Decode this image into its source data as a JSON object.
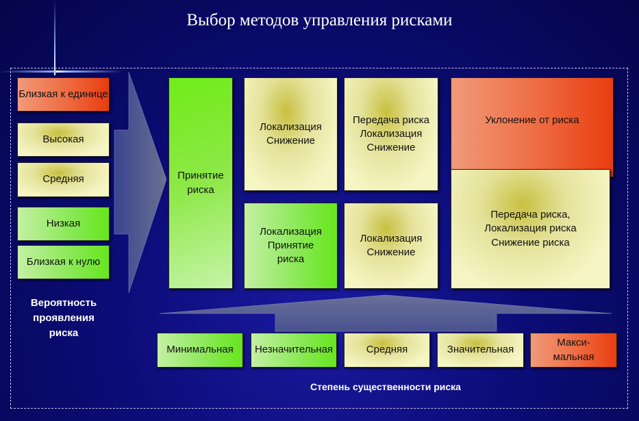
{
  "title": "Выбор методов управления рисками",
  "probability": {
    "label": "Вероятность проявления риска",
    "levels": [
      "Близкая к единице",
      "Высокая",
      "Средняя",
      "Низкая",
      "Близкая к нулю"
    ]
  },
  "severity": {
    "label": "Степень существенности риска",
    "levels": [
      "Минимальная",
      "Незначительная",
      "Средняя",
      "Значительная",
      "Макси-мальная"
    ]
  },
  "methods": {
    "accept": "Принятие риска",
    "loc_reduce_top": "Локализация Снижение",
    "transfer_loc_reduce": "Передача риска Локализация Снижение",
    "avoid": "Уклонение от риска",
    "loc_accept": "Локализация Принятие риска",
    "loc_reduce_bottom": "Локализация Снижение",
    "transfer_full": "Передача риска, Локализация риска Снижение риска"
  }
}
